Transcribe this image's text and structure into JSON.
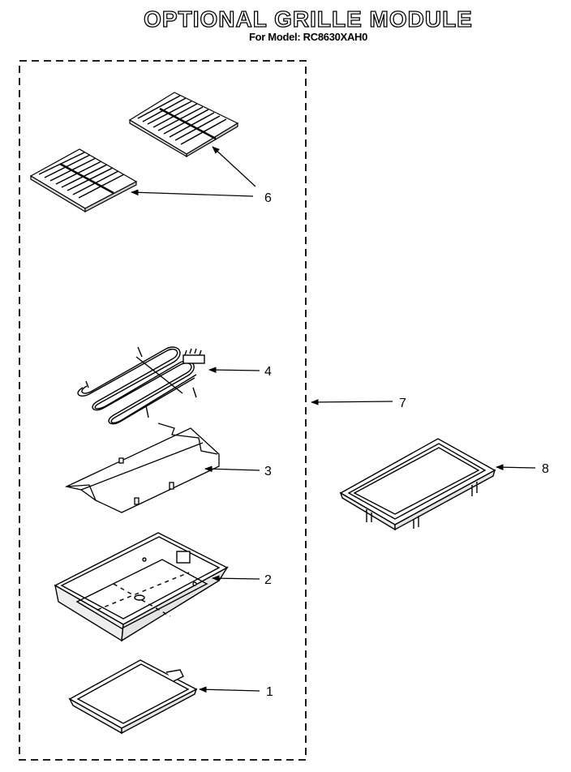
{
  "header": {
    "title": "OPTIONAL GRILLE MODULE",
    "subtitle": "For Model: RC8630XAH0"
  },
  "callouts": {
    "c1": "1",
    "c2": "2",
    "c3": "3",
    "c4": "4",
    "c6": "6",
    "c7": "7",
    "c8": "8"
  },
  "parts": {
    "grate_icon": "grate-icon",
    "element_icon": "heating-element-icon",
    "reflector_icon": "reflector-icon",
    "pan_icon": "drip-pan-icon",
    "liner_icon": "pan-liner-icon",
    "tray_icon": "grille-tray-icon"
  }
}
